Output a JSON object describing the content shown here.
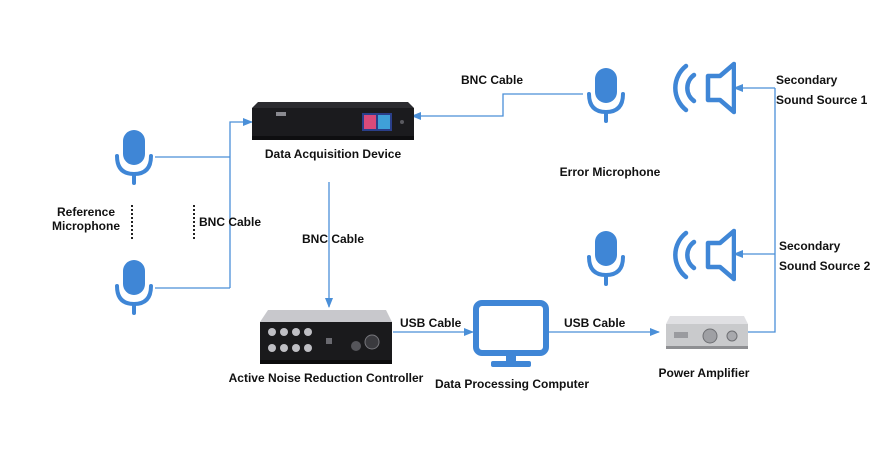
{
  "colors": {
    "accent": "#3f86d6",
    "wire": "#4a8fd8",
    "device_dark": "#1b1b1e",
    "amplifier_silver": "#c9cacc"
  },
  "nodes": {
    "reference_microphone": {
      "label_line1": "Reference",
      "label_line2": "Microphone",
      "icon": "microphone-icon"
    },
    "data_acquisition_device": {
      "label": "Data Acquisition Device"
    },
    "active_noise_reduction_controller": {
      "label": "Active Noise Reduction Controller"
    },
    "data_processing_computer": {
      "label": "Data Processing Computer",
      "icon": "monitor-icon"
    },
    "power_amplifier": {
      "label": "Power Amplifier"
    },
    "error_microphone": {
      "label": "Error Microphone",
      "icon": "microphone-icon"
    },
    "secondary_source_1": {
      "label_line1": "Secondary",
      "label_line2": "Sound Source 1",
      "icon": "speaker-icon"
    },
    "secondary_source_2": {
      "label_line1": "Secondary",
      "label_line2": "Sound Source 2",
      "icon": "speaker-icon"
    }
  },
  "connections": {
    "ref_to_daq": "BNC   Cable",
    "daq_to_controller": "BNC   Cable",
    "error_mic_to_daq": "BNC Cable",
    "controller_to_computer": "USB Cable",
    "computer_to_amplifier": "USB Cable"
  }
}
